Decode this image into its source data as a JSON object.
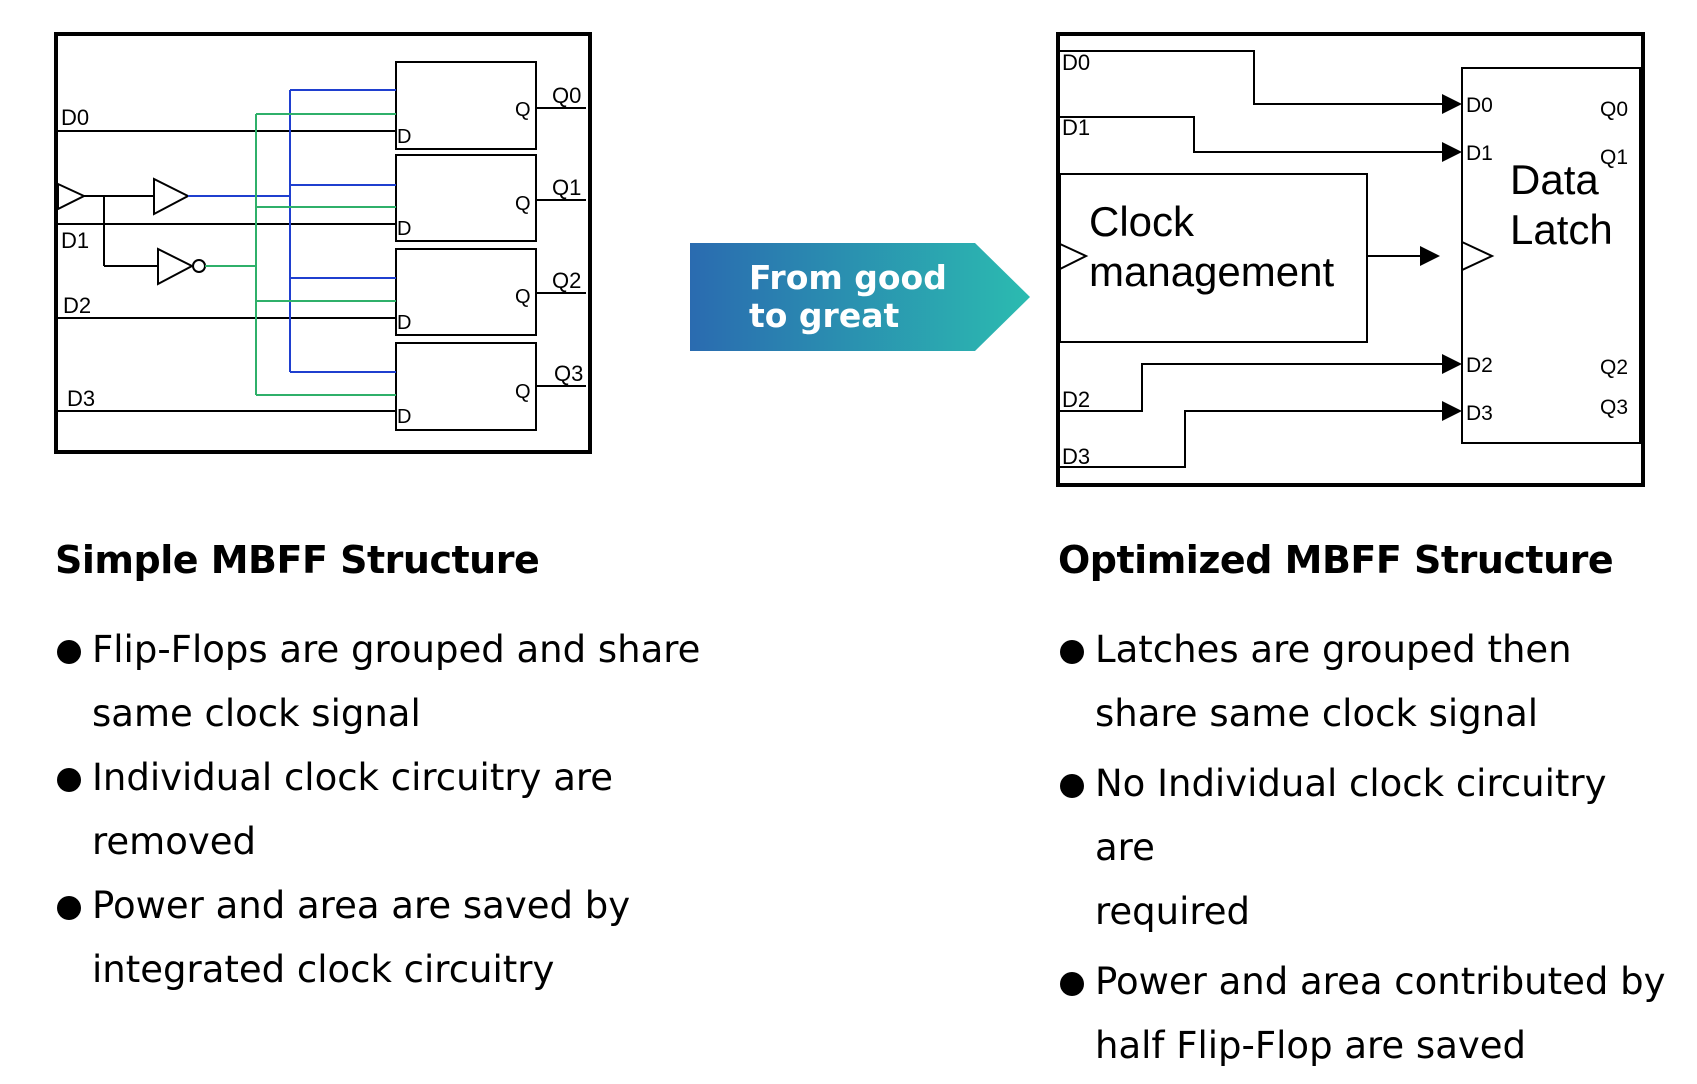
{
  "left_diagram": {
    "inputs": [
      "D0",
      "D1",
      "D2",
      "D3"
    ],
    "outputs": [
      "Q0",
      "Q1",
      "Q2",
      "Q3"
    ],
    "ff_d_label": "D",
    "ff_q_label": "Q"
  },
  "arrow": {
    "line1": "From good",
    "line2": "to great",
    "color_start": "#2a6bb0",
    "color_end": "#2bbbb0"
  },
  "right_diagram": {
    "inputs": [
      "D0",
      "D1",
      "D2",
      "D3"
    ],
    "clock_label_line1": "Clock",
    "clock_label_line2": "management",
    "latch_label_line1": "Data",
    "latch_label_line2": "Latch",
    "latch_inputs": [
      "D0",
      "D1",
      "D2",
      "D3"
    ],
    "latch_outputs": [
      "Q0",
      "Q1",
      "Q2",
      "Q3"
    ]
  },
  "left_section": {
    "heading": "Simple MBFF Structure",
    "bullets": [
      {
        "line1": "Flip-Flops are grouped and share",
        "line2": "same clock signal"
      },
      {
        "line1": "Individual clock circuitry are",
        "line2": "removed"
      },
      {
        "line1": "Power and area are saved by",
        "line2": "integrated clock circuitry"
      }
    ]
  },
  "right_section": {
    "heading": "Optimized MBFF Structure",
    "bullets": [
      {
        "line1": "Latches are grouped then",
        "line2": "share same clock signal"
      },
      {
        "line1": "No Individual clock circuitry are",
        "line2": "required"
      },
      {
        "line1": "Power and area contributed by",
        "line2": "half Flip-Flop are saved"
      }
    ]
  },
  "colors": {
    "wire_blue": "#1f3fcf",
    "wire_green": "#2fb06a",
    "wire_black": "#000000"
  }
}
